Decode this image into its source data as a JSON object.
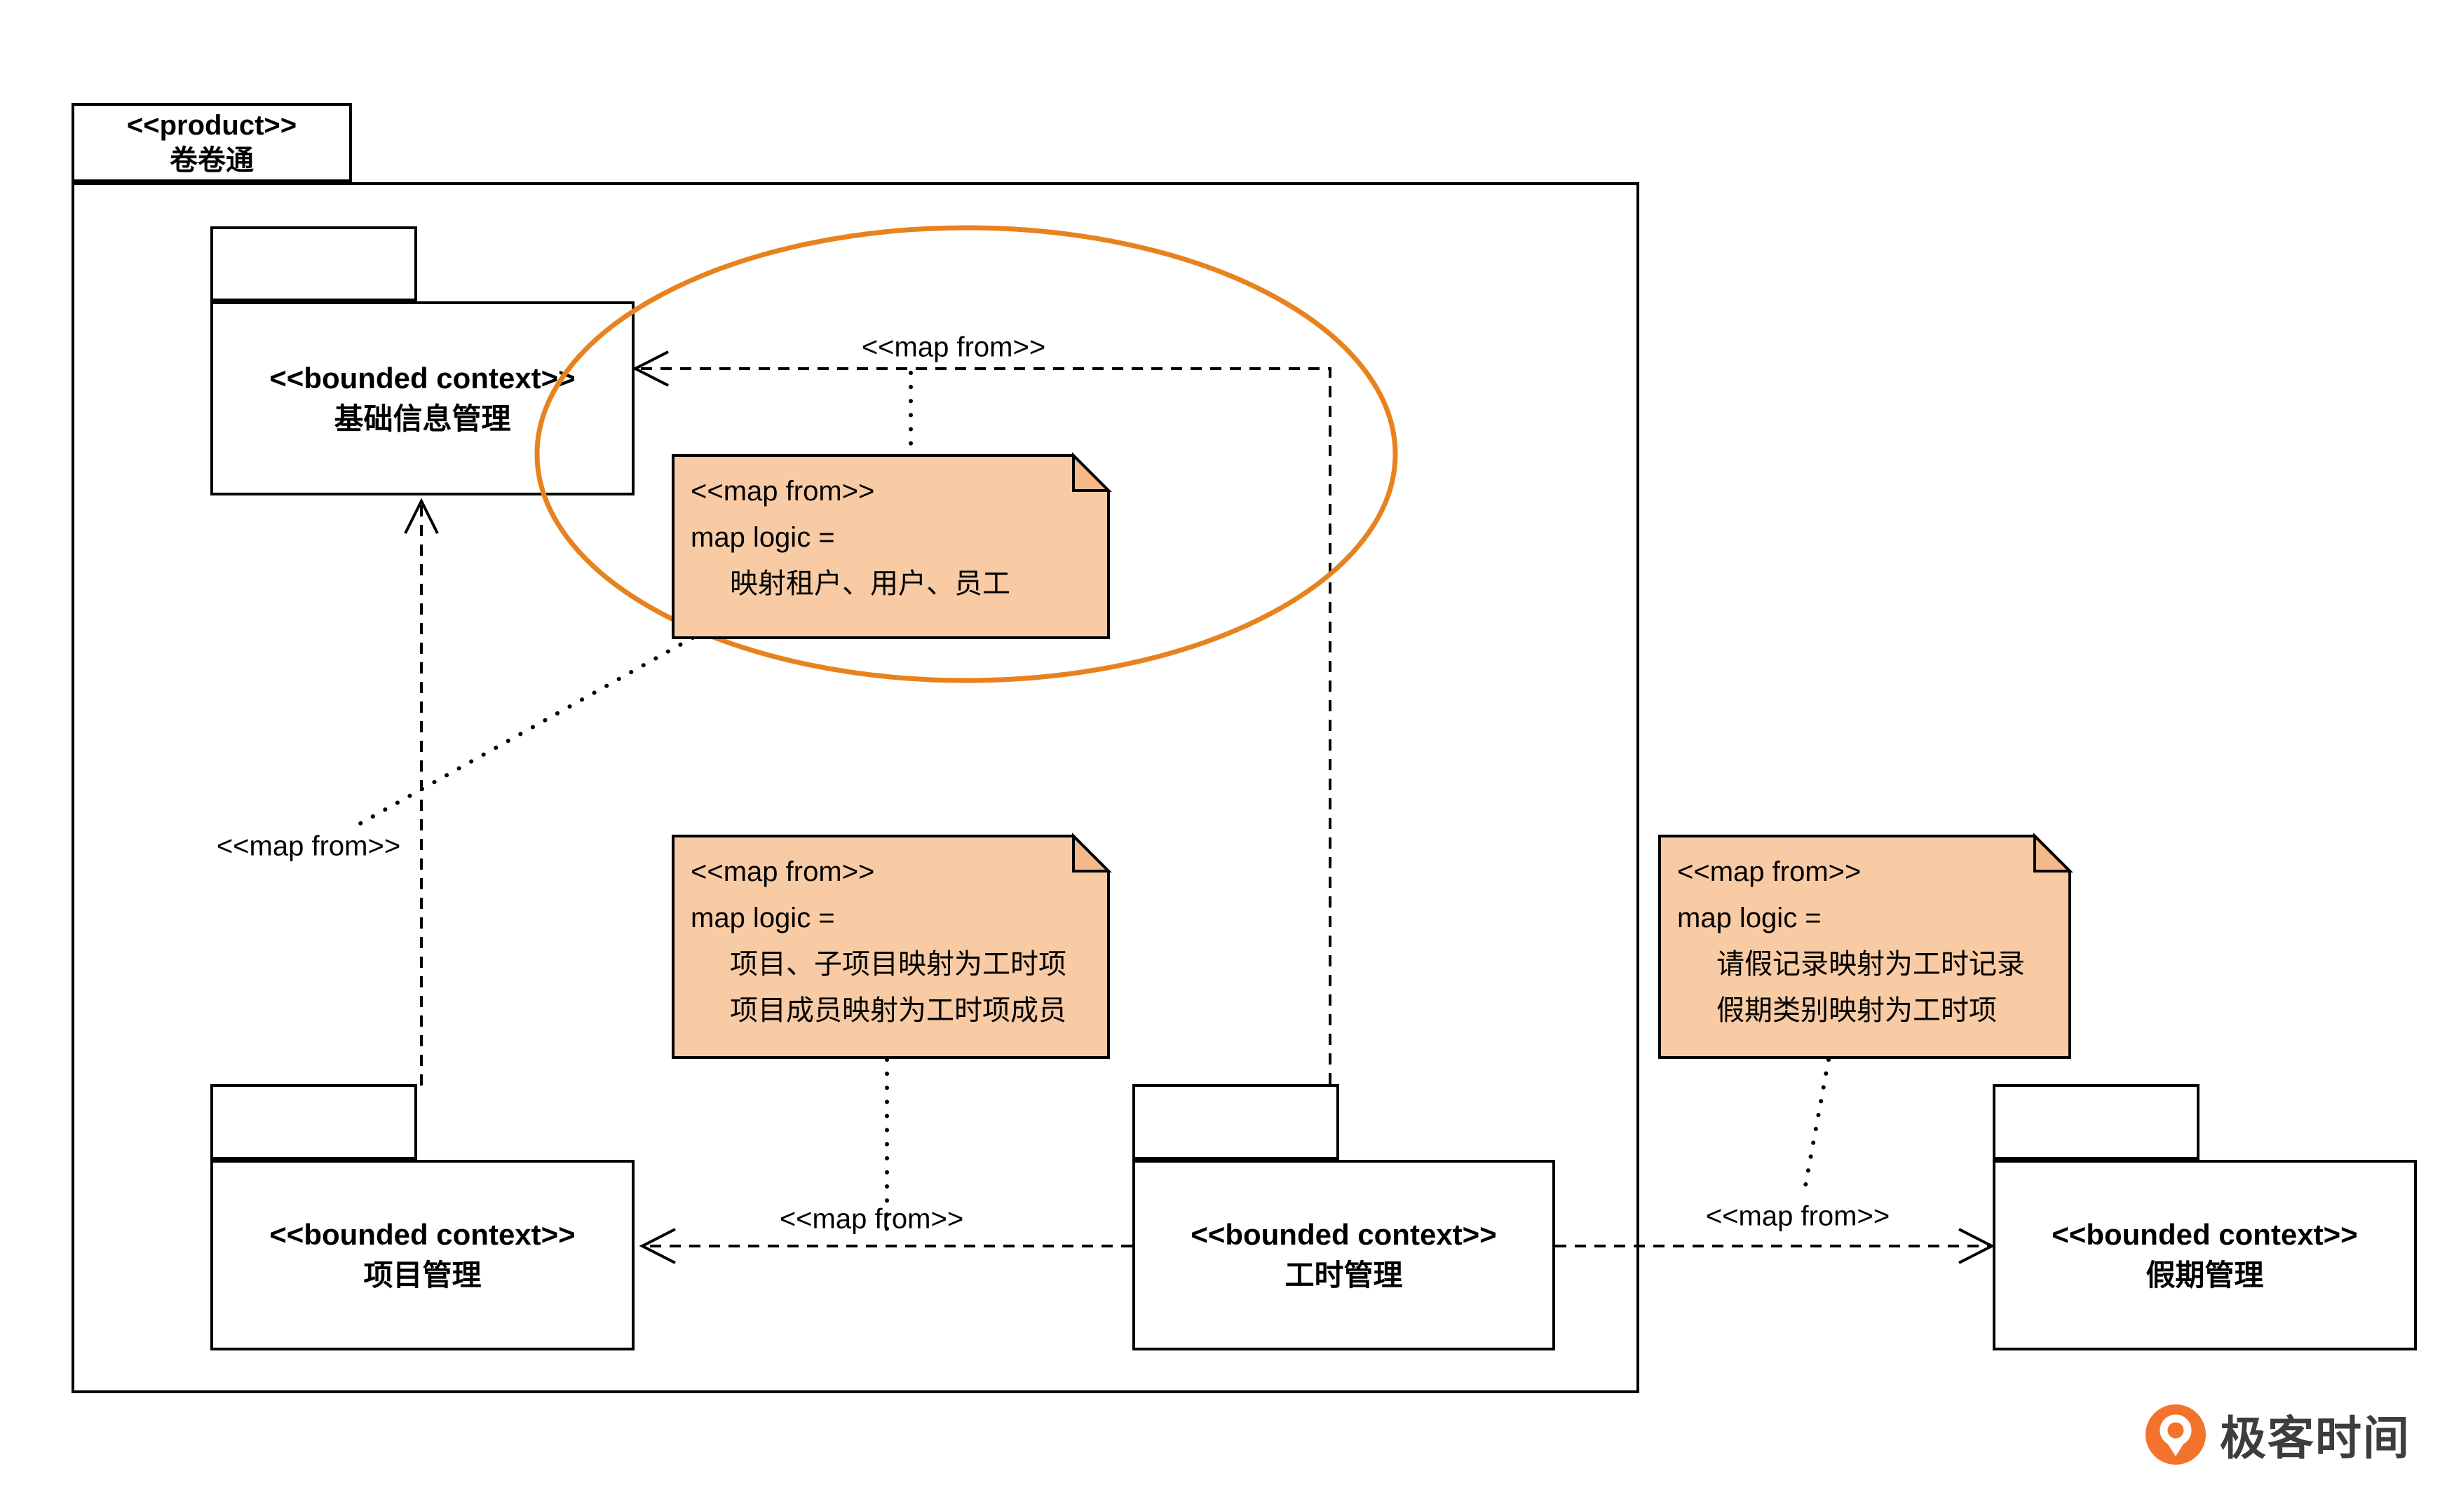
{
  "diagram": {
    "product": {
      "stereotype": "<<product>>",
      "name": "卷卷通"
    },
    "contexts": {
      "basic_info": {
        "stereotype": "<<bounded context>>",
        "name": "基础信息管理"
      },
      "project": {
        "stereotype": "<<bounded context>>",
        "name": "项目管理"
      },
      "timesheet": {
        "stereotype": "<<bounded context>>",
        "name": "工时管理"
      },
      "vacation": {
        "stereotype": "<<bounded context>>",
        "name": "假期管理"
      }
    },
    "arrow_labels": {
      "timesheet_to_basic": "<<map from>>",
      "project_to_basic": "<<map from>>",
      "timesheet_to_project": "<<map from>>",
      "timesheet_to_vacation": "<<map from>>"
    },
    "notes": {
      "basic_mapping": {
        "lines": [
          "<<map from>>",
          "map logic =",
          "映射租户、用户、员工"
        ]
      },
      "project_mapping": {
        "lines": [
          "<<map from>>",
          "map logic =",
          "项目、子项目映射为工时项",
          "项目成员映射为工时项成员"
        ]
      },
      "vacation_mapping": {
        "lines": [
          "<<map from>>",
          "map logic =",
          "请假记录映射为工时记录",
          "假期类别映射为工时项"
        ]
      }
    }
  },
  "colors": {
    "note_fill": "#f8cba4",
    "note_fold": "#f3b98b",
    "line_black": "#000000",
    "highlight_ellipse": "#e8821e",
    "logo_orange": "#f3732c"
  },
  "watermark": {
    "text": "极客时间"
  }
}
